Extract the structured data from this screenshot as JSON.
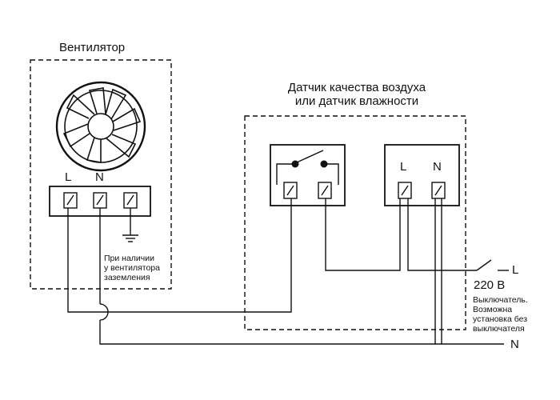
{
  "fan": {
    "title": "Вентилятор",
    "terminal_l": "L",
    "terminal_n": "N",
    "ground_note": [
      "При наличии",
      "у вентилятора",
      "заземления"
    ]
  },
  "sensor": {
    "title_line1": "Датчик качества воздуха",
    "title_line2": "или датчик влажности",
    "terminal_l": "L",
    "terminal_n": "N"
  },
  "supply": {
    "line_l": "L",
    "line_n": "N",
    "voltage": "220 В",
    "switch_note": [
      "Выключатель.",
      "Возможна",
      "установка без",
      "выключателя"
    ]
  }
}
